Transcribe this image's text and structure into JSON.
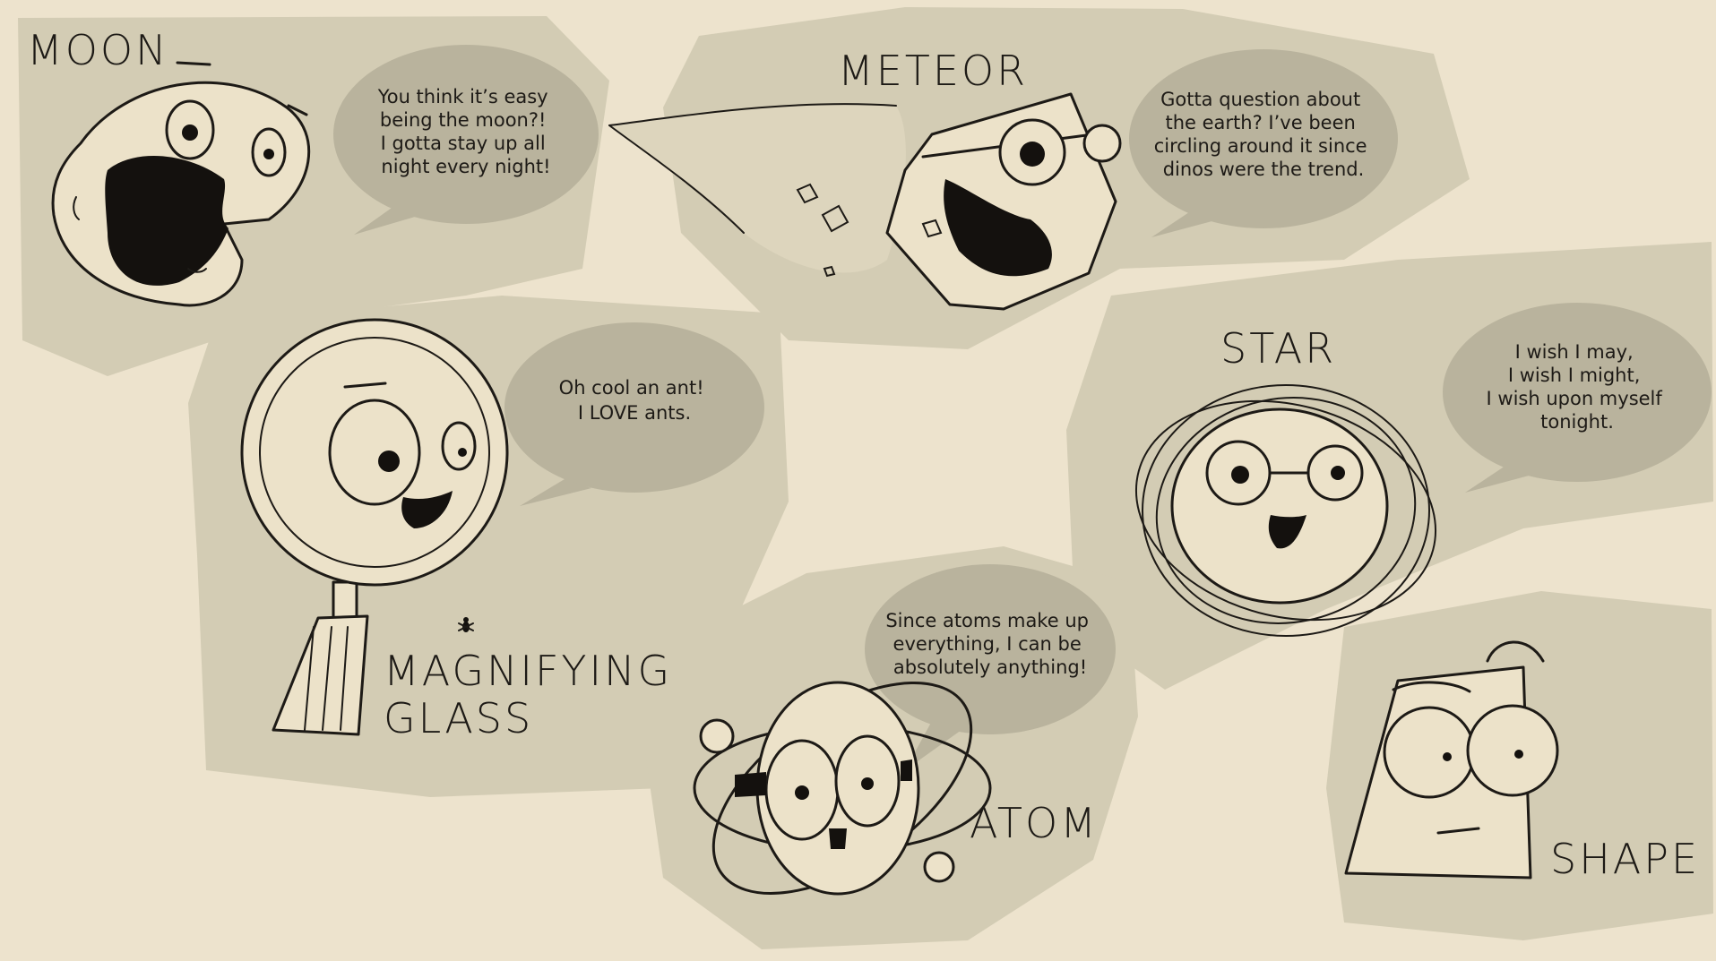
{
  "characters": {
    "moon": {
      "label": "MOON",
      "speech": [
        "You think it’s easy",
        "being the moon?!",
        "I gotta stay up all",
        "night every night!"
      ]
    },
    "meteor": {
      "label": "METEOR",
      "speech": [
        "Gotta question about",
        "the earth? I’ve been",
        "circling around it since",
        "dinos were the trend."
      ]
    },
    "magnifying_glass": {
      "label_line1": "MAGNIFYING",
      "label_line2": "GLASS",
      "speech": [
        "Oh cool an ant!",
        "I LOVE ants."
      ]
    },
    "star": {
      "label": "STAR",
      "speech": [
        "I wish I may,",
        "I wish I might,",
        "I wish upon myself",
        "tonight."
      ]
    },
    "atom": {
      "label": "ATOM",
      "speech": [
        "Since atoms make up",
        "everything, I can be",
        "absolutely anything!"
      ]
    },
    "shape": {
      "label": "SHAPE"
    }
  }
}
